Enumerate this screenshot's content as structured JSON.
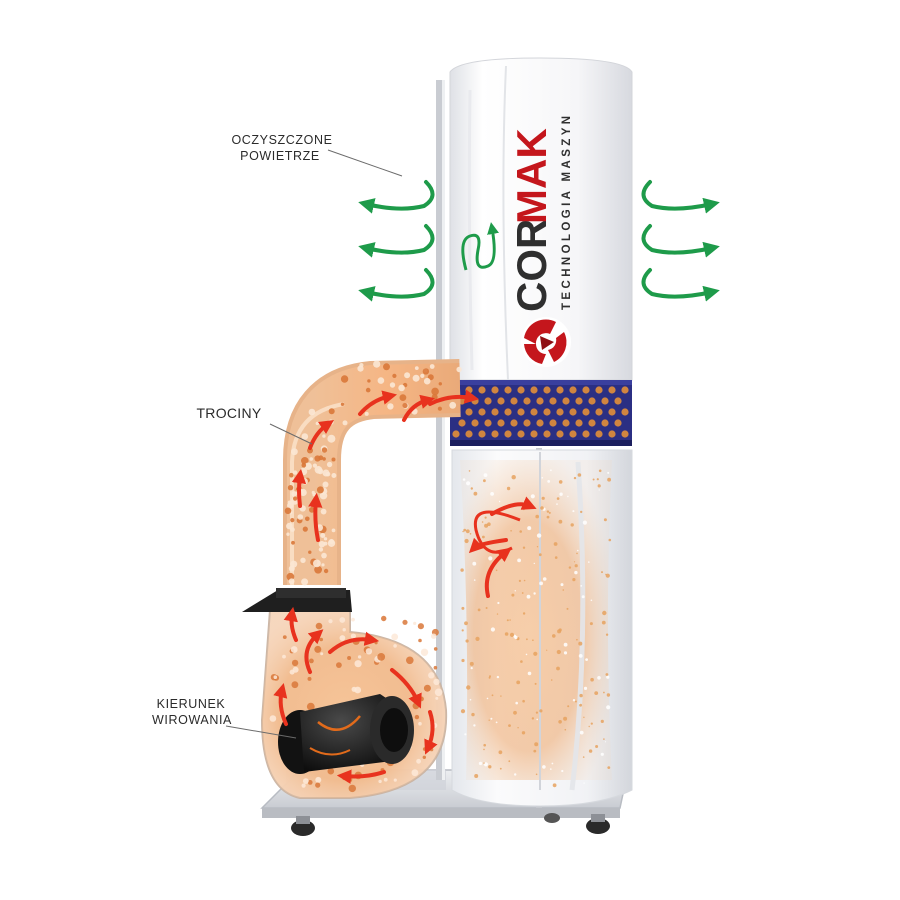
{
  "labels": {
    "clean_air_line1": "OCZYSZCZONE",
    "clean_air_line2": "POWIETRZE",
    "sawdust": "TROCINY",
    "rotation_line1": "KIERUNEK",
    "rotation_line2": "WIROWANIA"
  },
  "brand": {
    "name_dark": "COR",
    "name_red": "MAK",
    "tagline": "TECHNOLOGIA MASZYN"
  },
  "colors": {
    "filter_bag": "#f4f4f6",
    "collection_bag": "#eef0f3",
    "band": "#2b2f83",
    "band_dots": "#d98a3c",
    "sawdust": "#f2b380",
    "flow_arrow": "#e8321e",
    "clean_air_arrow": "#1e9b4a",
    "brand_red": "#c4161c",
    "brand_dark": "#2f2f2f",
    "motor": "#1c1c1c",
    "base": "#d6d8dc"
  }
}
